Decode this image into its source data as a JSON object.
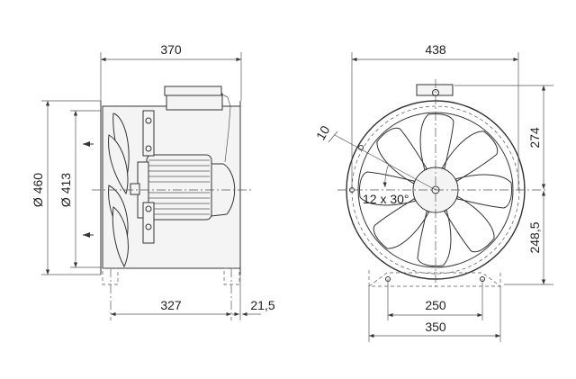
{
  "side_view": {
    "length": "370",
    "outer_diameter": "Ø 460",
    "inner_diameter": "Ø 413",
    "foot_spacing": "327",
    "foot_offset": "21,5"
  },
  "front_view": {
    "width": "438",
    "height_above_axis": "274",
    "height_below_axis": "248,5",
    "hole_spacing": "250",
    "base_width": "350",
    "flange_hole_size": "10",
    "hole_pattern": "12 x 30°"
  }
}
